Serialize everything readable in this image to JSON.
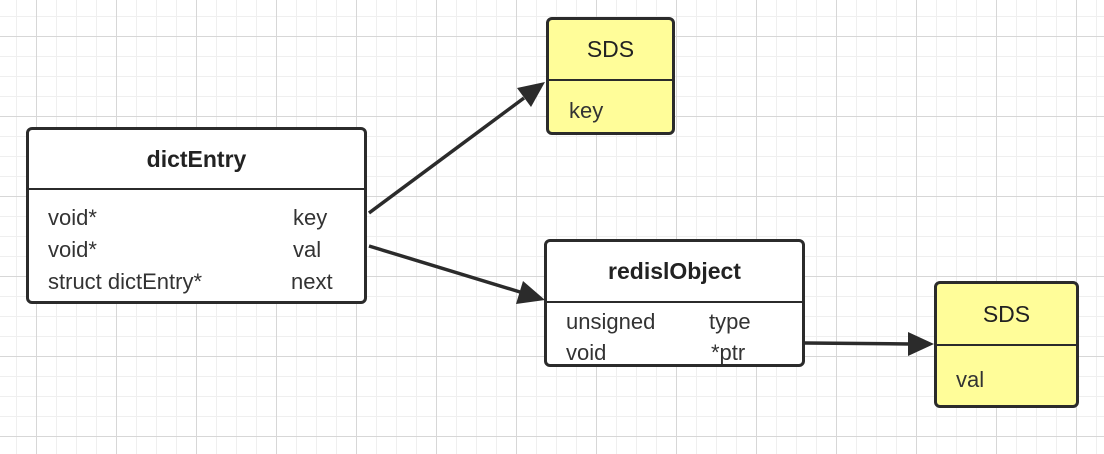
{
  "dict_entry": {
    "title": "dictEntry",
    "fields": [
      {
        "type": "void*",
        "name": "key"
      },
      {
        "type": "void*",
        "name": "val"
      },
      {
        "type": "struct dictEntry*",
        "name": "next"
      }
    ]
  },
  "sds_key": {
    "title": "SDS",
    "field": "key"
  },
  "redis_object": {
    "title": "redislObject",
    "fields": [
      {
        "type": "unsigned",
        "name": "type"
      },
      {
        "type": "void",
        "name": "*ptr"
      }
    ]
  },
  "sds_val": {
    "title": "SDS",
    "field": "val"
  },
  "colors": {
    "box_fill_yellow": "#fffd99",
    "box_border": "#2b2b2b",
    "arrow": "#2b2b2b"
  }
}
